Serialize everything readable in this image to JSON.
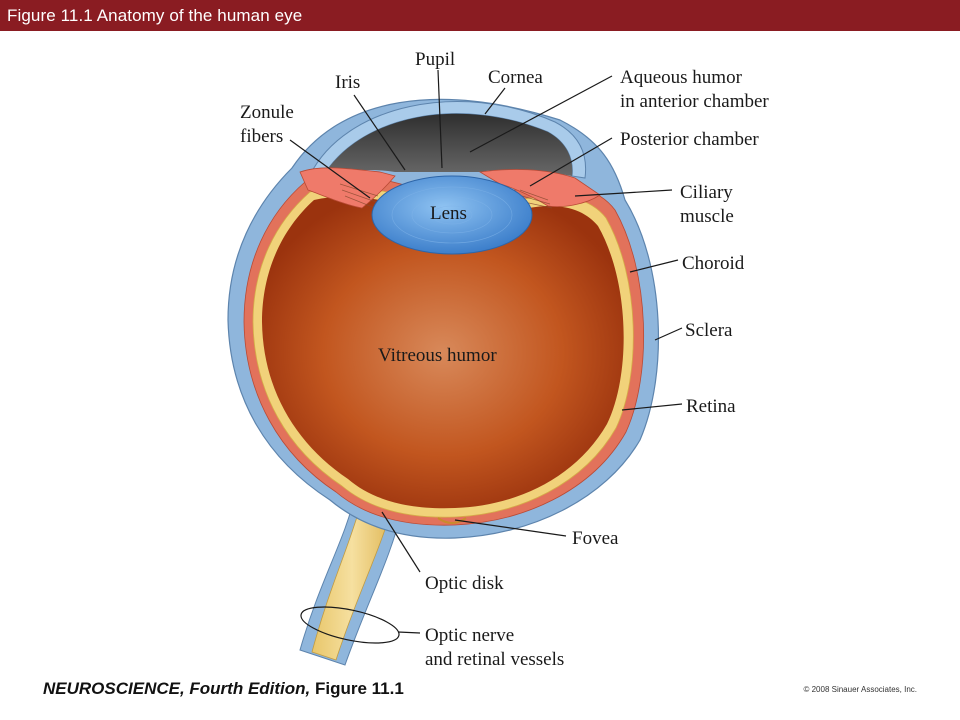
{
  "header": {
    "title": "Figure 11.1  Anatomy of the human eye",
    "bg_color": "#8a1c22"
  },
  "labels": {
    "pupil": "Pupil",
    "iris": "Iris",
    "cornea": "Cornea",
    "zonule_1": "Zonule",
    "zonule_2": "fibers",
    "aqueous_1": "Aqueous humor",
    "aqueous_2": "in anterior chamber",
    "posterior": "Posterior chamber",
    "ciliary_1": "Ciliary",
    "ciliary_2": "muscle",
    "lens": "Lens",
    "choroid": "Choroid",
    "sclera": "Sclera",
    "vitreous": "Vitreous humor",
    "retina": "Retina",
    "fovea": "Fovea",
    "optic_disk": "Optic disk",
    "optic_nerve_1": "Optic nerve",
    "optic_nerve_2": "and retinal vessels"
  },
  "footer": {
    "book": "NEUROSCIENCE, Fourth Edition, ",
    "figure": "Figure 11.1",
    "copyright": "© 2008 Sinauer Associates, Inc."
  },
  "colors": {
    "sclera": "#8fb6dc",
    "choroid": "#e2725b",
    "retina": "#f1d27a",
    "vitreous_center": "#d7834f",
    "vitreous_edge": "#a8380f",
    "lens": "#4a90d9",
    "anterior_chamber": "#4d4d4d"
  }
}
